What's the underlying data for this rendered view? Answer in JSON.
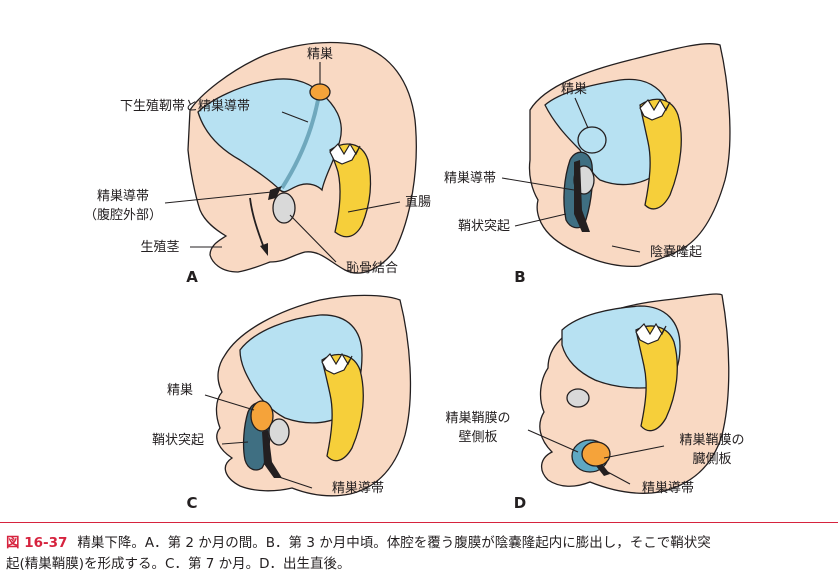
{
  "colors": {
    "tissue": "#f9d9c3",
    "cavity": "#b7e1f2",
    "rectum": "#f6cf3a",
    "testis": "#f5a33a",
    "bone": "#d9d9d9",
    "caption_accent": "#d6233e"
  },
  "panels": {
    "A": {
      "letter": "A",
      "labels": {
        "testis": "精巣",
        "gubernaculum_upper": "下生殖靭帯と精巣導帯",
        "gubernaculum_1": "精巣導帯",
        "gubernaculum_2": "（腹腔外部）",
        "phallus": "生殖茎",
        "rectum": "直腸",
        "symphysis": "恥骨結合"
      }
    },
    "B": {
      "letter": "B",
      "labels": {
        "testis": "精巣",
        "gubernaculum": "精巣導帯",
        "processus": "鞘状突起",
        "scrotal_swelling": "陰嚢隆起"
      }
    },
    "C": {
      "letter": "C",
      "labels": {
        "testis": "精巣",
        "processus": "鞘状突起",
        "gubernaculum": "精巣導帯"
      }
    },
    "D": {
      "letter": "D",
      "labels": {
        "parietal_1": "精巣鞘膜の",
        "parietal_2": "壁側板",
        "visceral_1": "精巣鞘膜の",
        "visceral_2": "臓側板",
        "gubernaculum": "精巣導帯"
      }
    }
  },
  "caption": {
    "figure_number": "図 16-37",
    "line1": "精巣下降。A．第 2 か月の間。B．第 3 か月中頃。体腔を覆う腹膜が陰嚢隆起内に膨出し，そこで鞘状突",
    "line2": "起(精巣鞘膜)を形成する。C．第 7 か月。D．出生直後。"
  }
}
